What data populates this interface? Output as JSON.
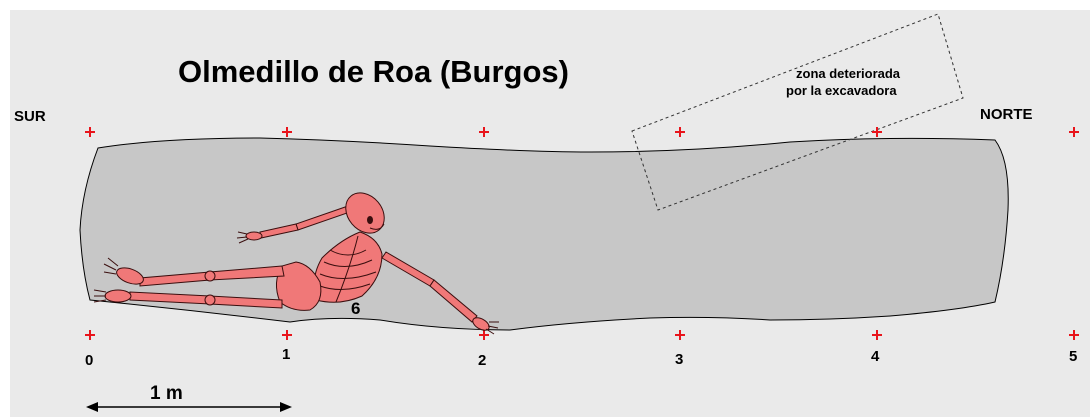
{
  "title": "Olmedillo de Roa (Burgos)",
  "labels": {
    "south": "SUR",
    "north": "NORTE",
    "damaged_zone_line1": "zona deteriorada",
    "damaged_zone_line2": "por la excavadora",
    "burial_number": "6"
  },
  "grid": {
    "tick_labels": [
      "0",
      "1",
      "2",
      "3",
      "4",
      "5"
    ],
    "marker_color": "#e8141b"
  },
  "scale": {
    "label": "1 m"
  },
  "colors": {
    "background": "#eaeaea",
    "grave_fill": "#c7c7c7",
    "skeleton_fill": "#f07878"
  }
}
